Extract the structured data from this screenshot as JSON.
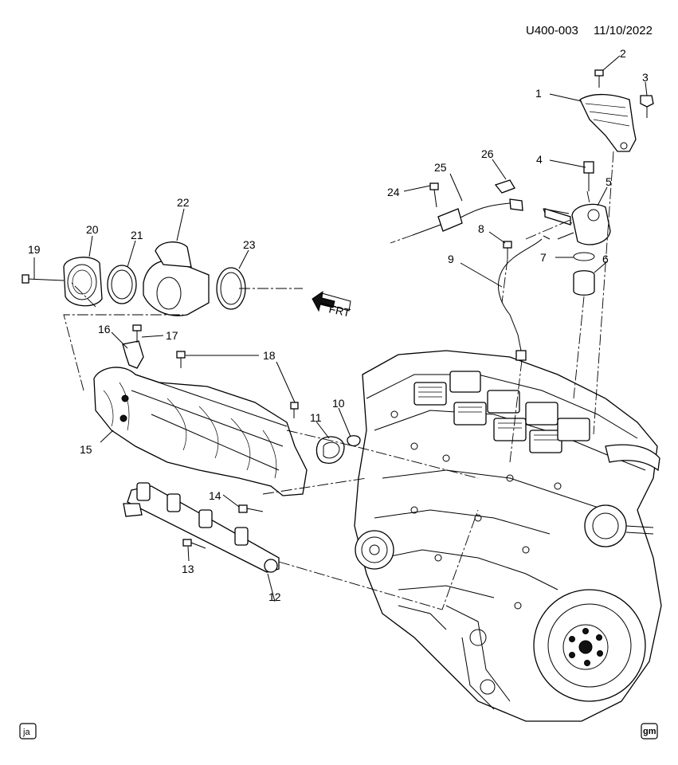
{
  "header": {
    "diagram_code": "U400-003",
    "date": "11/10/2022"
  },
  "callouts": [
    "1",
    "2",
    "3",
    "4",
    "5",
    "6",
    "7",
    "8",
    "9",
    "10",
    "11",
    "12",
    "13",
    "14",
    "15",
    "16",
    "17",
    "18",
    "19",
    "20",
    "21",
    "22",
    "23",
    "24",
    "25",
    "26"
  ],
  "direction_label": "FRT",
  "footer": {
    "left_badge": "ja",
    "right_badge": "gm"
  }
}
